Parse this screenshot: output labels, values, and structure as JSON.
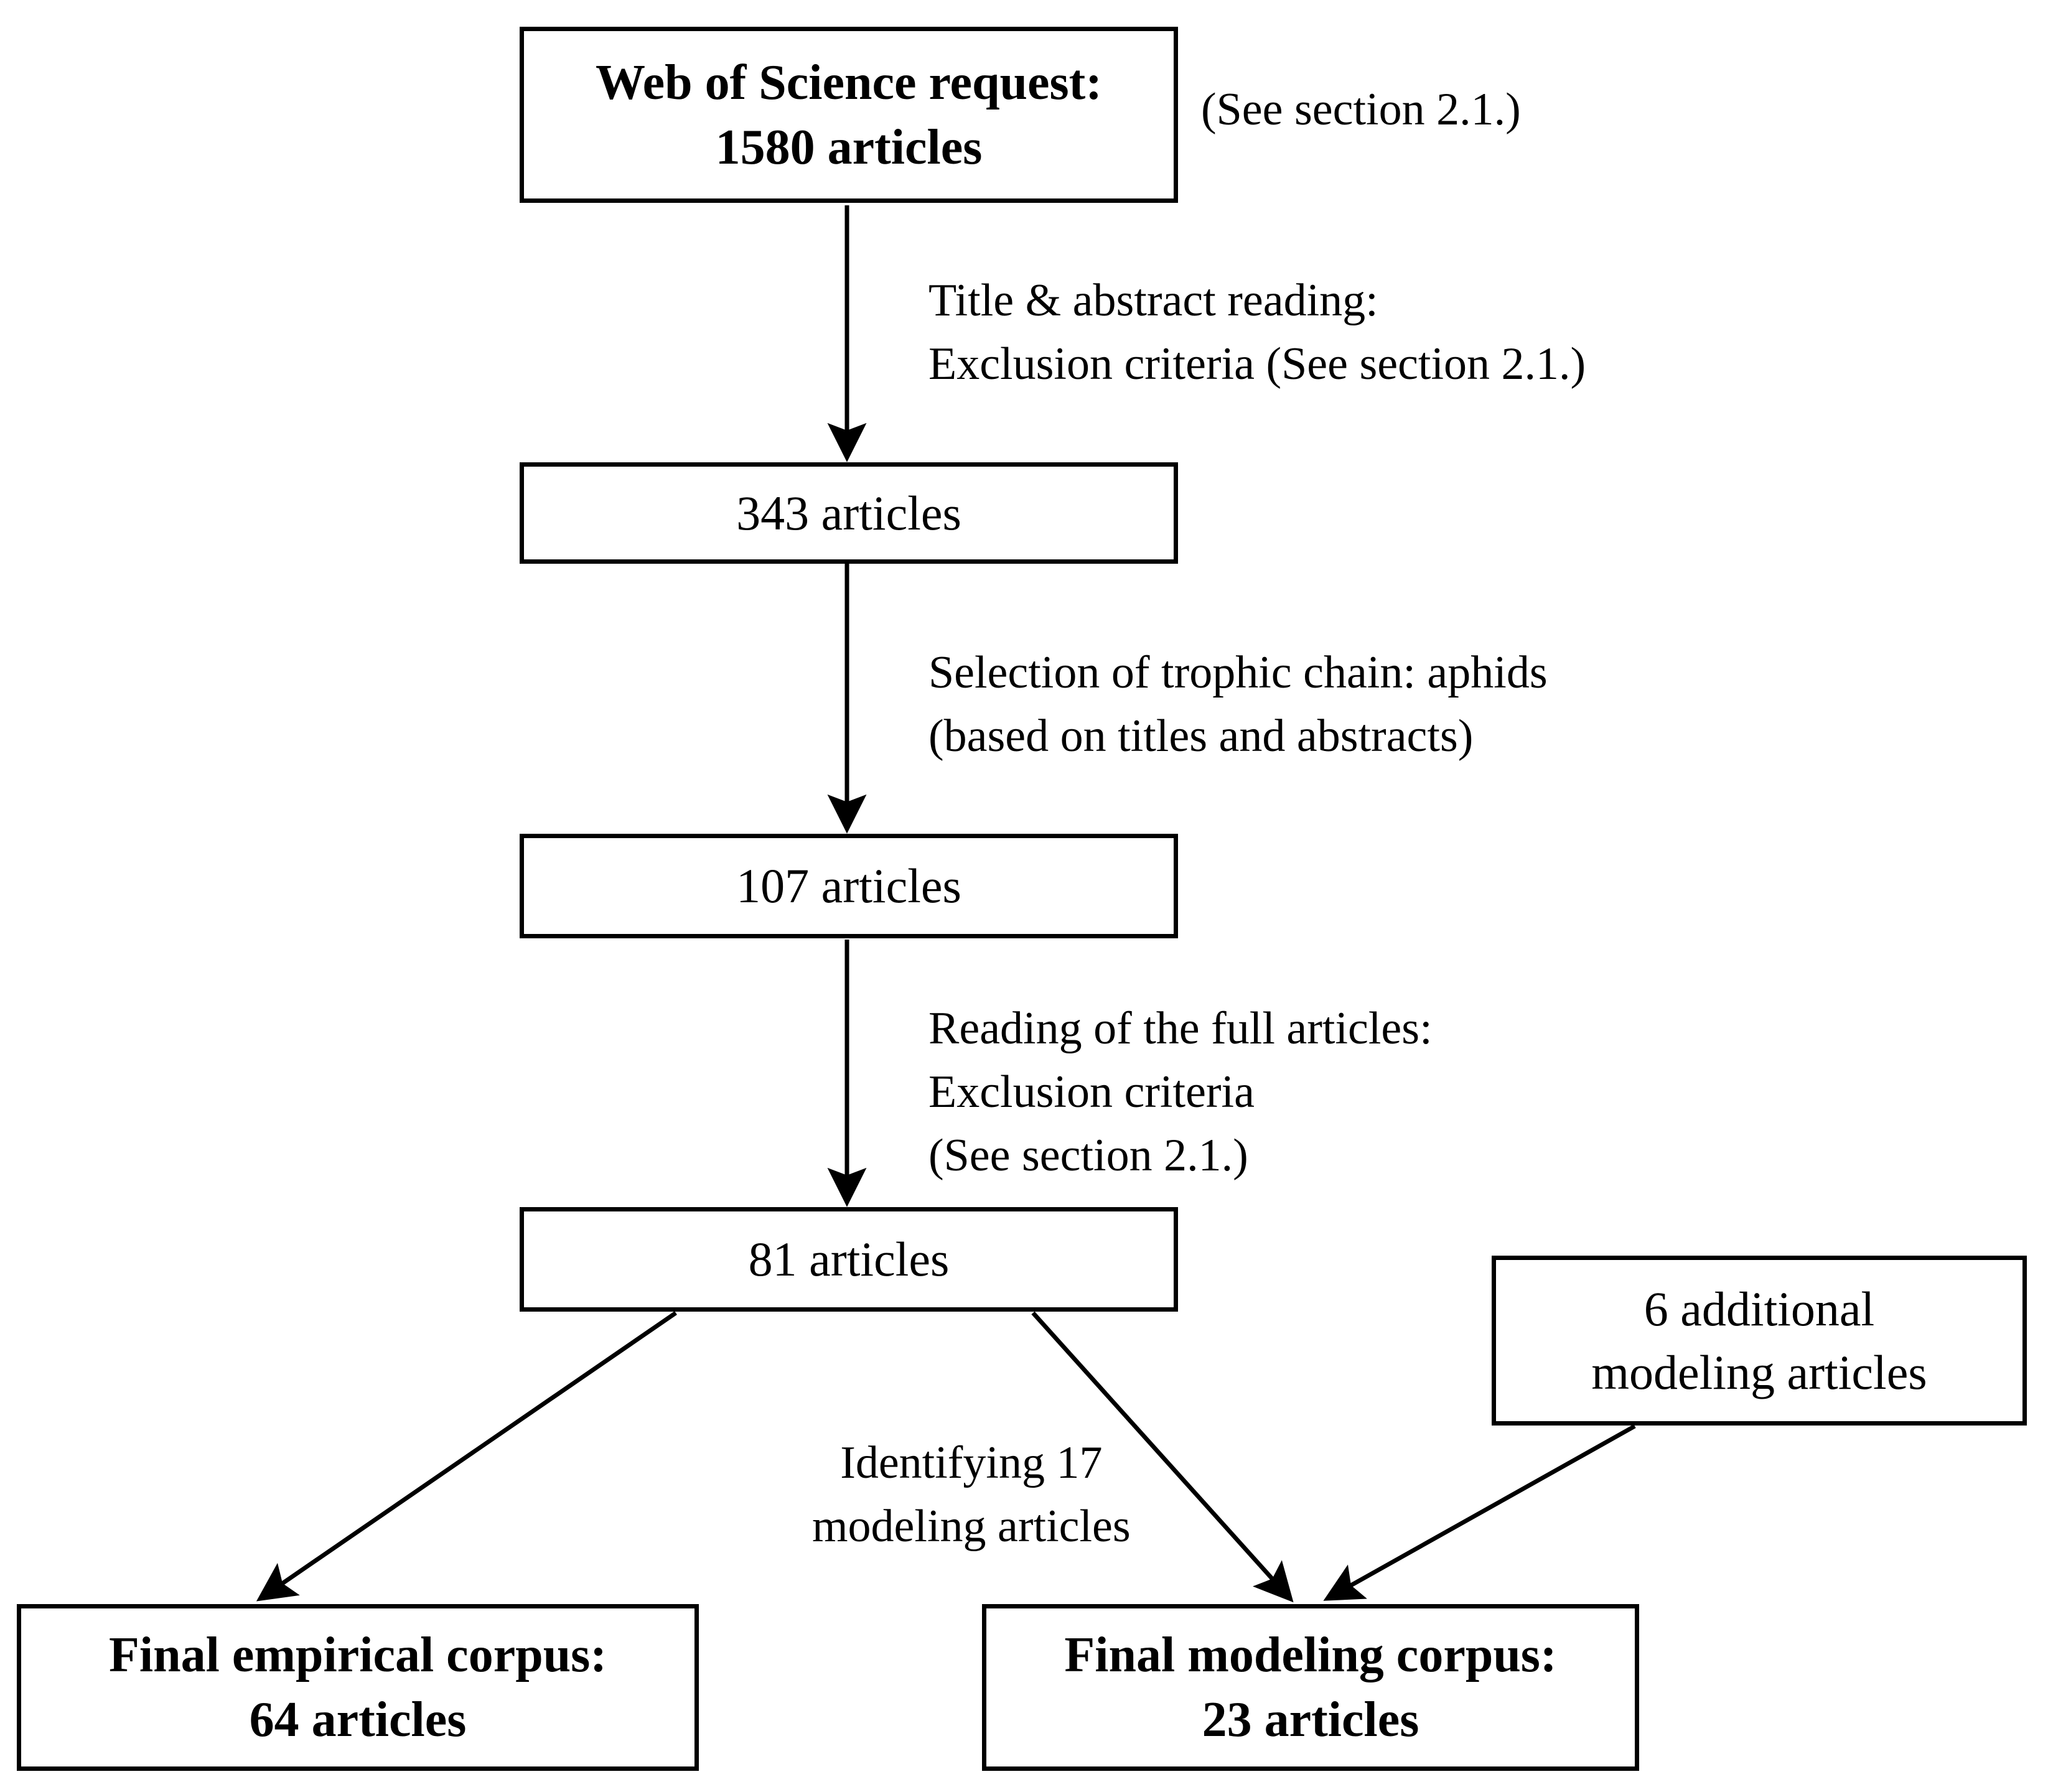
{
  "diagram": {
    "title": "Article selection flowchart",
    "background_color": "#ffffff",
    "stroke_color": "#000000",
    "nodes": {
      "web_of_science": {
        "line1": "Web of Science request:",
        "line2": "1580 articles",
        "emphasis": "bold"
      },
      "articles_343": {
        "line1": "343 articles",
        "emphasis": "regular"
      },
      "articles_107": {
        "line1": "107 articles",
        "emphasis": "regular"
      },
      "articles_81": {
        "line1": "81 articles",
        "emphasis": "regular"
      },
      "additional_modeling": {
        "line1": "6 additional",
        "line2": "modeling articles",
        "emphasis": "regular"
      },
      "final_empirical": {
        "line1": "Final empirical corpus:",
        "line2": "64 articles",
        "emphasis": "bold"
      },
      "final_modeling": {
        "line1": "Final modeling corpus:",
        "line2": "23 articles",
        "emphasis": "bold"
      }
    },
    "edge_labels": {
      "title_abstract": {
        "line1": "Title & abstract reading:",
        "line2": "Exclusion criteria (See section 2.1.)"
      },
      "trophic_chain": {
        "line1": "Selection of trophic chain: aphids",
        "line2": "(based on titles and abstracts)"
      },
      "full_reading": {
        "line1": "Reading of the full articles:",
        "line2": "Exclusion criteria",
        "line3": "(See section 2.1.)"
      },
      "identifying_modeling": {
        "line1": "Identifying 17",
        "line2": "modeling articles"
      }
    },
    "annotations": {
      "see_section": "(See section 2.1.)"
    }
  }
}
